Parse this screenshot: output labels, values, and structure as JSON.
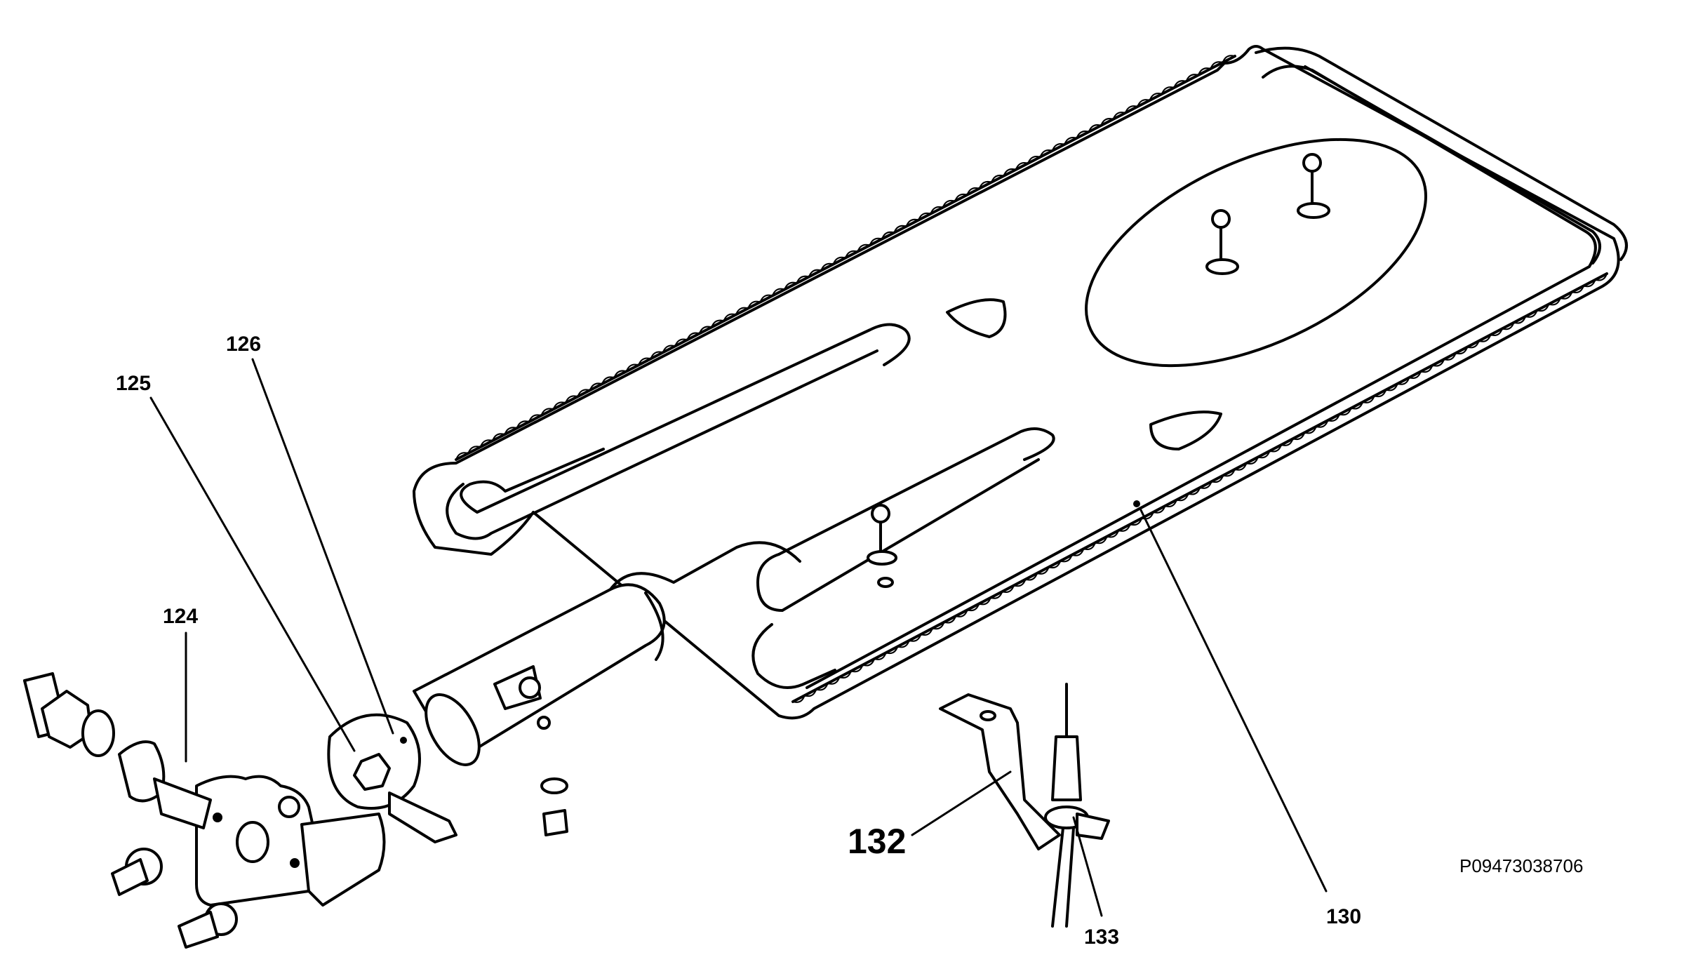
{
  "labels": {
    "l124": "124",
    "l125": "125",
    "l126": "126",
    "l130": "130",
    "l132": "132",
    "l133": "133"
  },
  "drawing_code": "P09473038706"
}
